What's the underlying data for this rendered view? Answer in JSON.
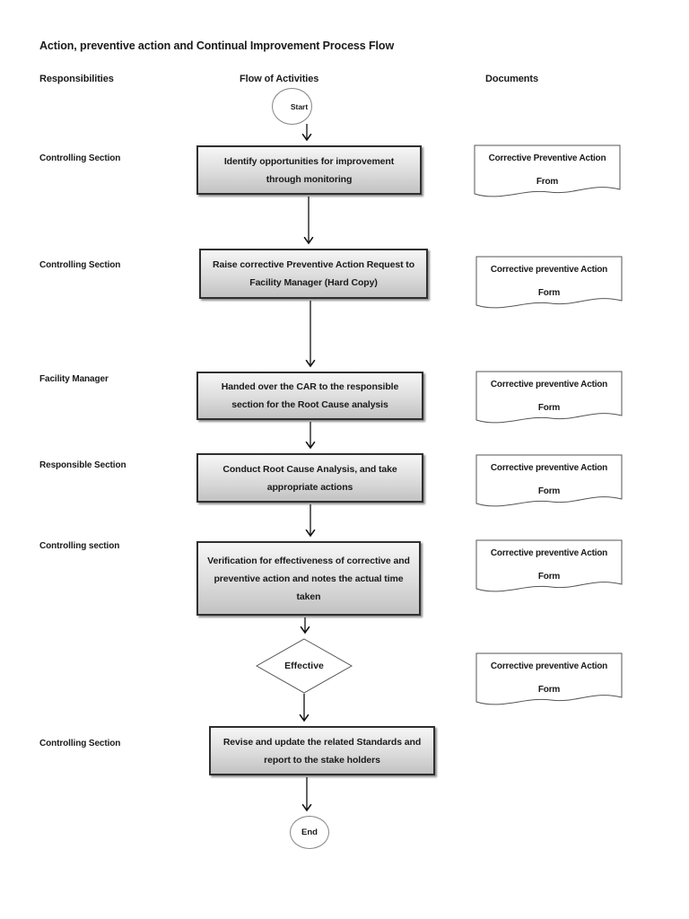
{
  "title": "Action, preventive action and Continual Improvement Process Flow",
  "columns": {
    "responsibilities": "Responsibilities",
    "flow_of_activities": "Flow of Activities",
    "documents": "Documents"
  },
  "terminators": {
    "start": "Start",
    "end": "End"
  },
  "decision": {
    "label": "Effective"
  },
  "responsibilities": [
    "Controlling Section",
    "Controlling Section",
    "Facility Manager",
    "Responsible Section",
    "Controlling section",
    "Controlling Section"
  ],
  "activities": [
    "Identify opportunities for improvement through monitoring",
    "Raise corrective Preventive Action Request to Facility Manager (Hard Copy)",
    "Handed over the CAR to the responsible section for the Root Cause analysis",
    "Conduct Root Cause Analysis, and take appropriate actions",
    "Verification for effectiveness of corrective and preventive action and notes the actual time taken",
    "Revise and update the related Standards and report to the stake holders"
  ],
  "documents": [
    {
      "line1": "Corrective Preventive Action",
      "line2": "From"
    },
    {
      "line1": "Corrective preventive Action",
      "line2": "Form"
    },
    {
      "line1": "Corrective preventive Action",
      "line2": "Form"
    },
    {
      "line1": "Corrective preventive Action",
      "line2": "Form"
    },
    {
      "line1": "Corrective preventive Action",
      "line2": "Form"
    },
    {
      "line1": "Corrective preventive Action",
      "line2": "Form"
    }
  ],
  "colors": {
    "text": "#1a1a1a",
    "box_border": "#2f2f2f",
    "box_gradient_top": "#f6f6f6",
    "box_gradient_bottom": "#c2c2c2",
    "shape_outline": "#555555",
    "connector": "#111111",
    "background": "#ffffff"
  }
}
